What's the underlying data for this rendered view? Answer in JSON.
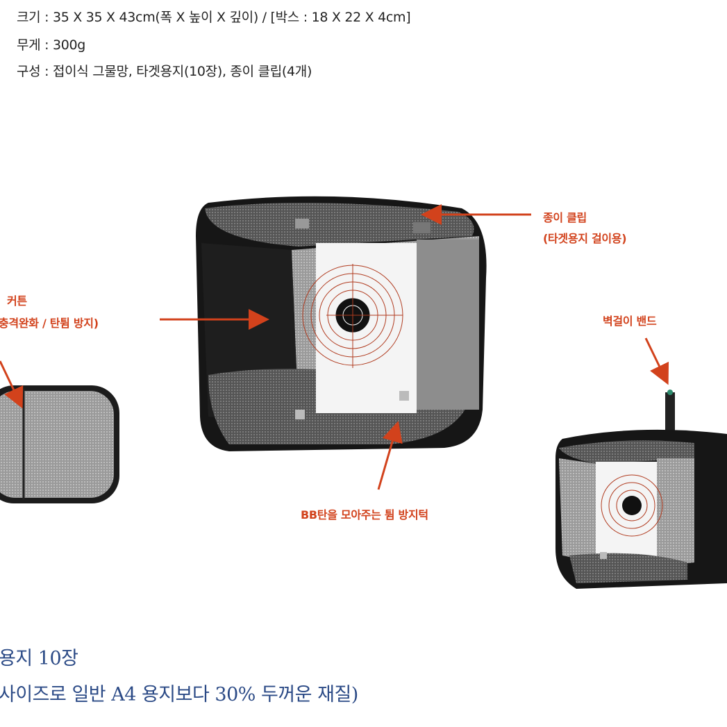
{
  "specs": {
    "size": "크기 : 35 X 35 X 43cm(폭 X 높이 X 깊이) / [박스 : 18 X 22 X 4cm]",
    "weight": "무게 : 300g",
    "contents": "구성 : 접이식 그물망, 타겟용지(10장), 종이 클립(4개)"
  },
  "callouts": {
    "clip_title": "종이 클립",
    "clip_sub": "(타겟용지 걸이용)",
    "curtain_title": "커튼",
    "curtain_sub": "충격완화 / 탄튐 방지)",
    "wall_band": "벽걸이 밴드",
    "tray": "BB탄을 모아주는 튐 방지턱"
  },
  "bottom": {
    "line1": "용지 10장",
    "line2": "사이즈로 일반 A4 용지보다 30% 두꺼운 재질)"
  },
  "colors": {
    "callout": "#d2421c",
    "bottom_text": "#2b4a86",
    "net": "#2a2a2a"
  }
}
